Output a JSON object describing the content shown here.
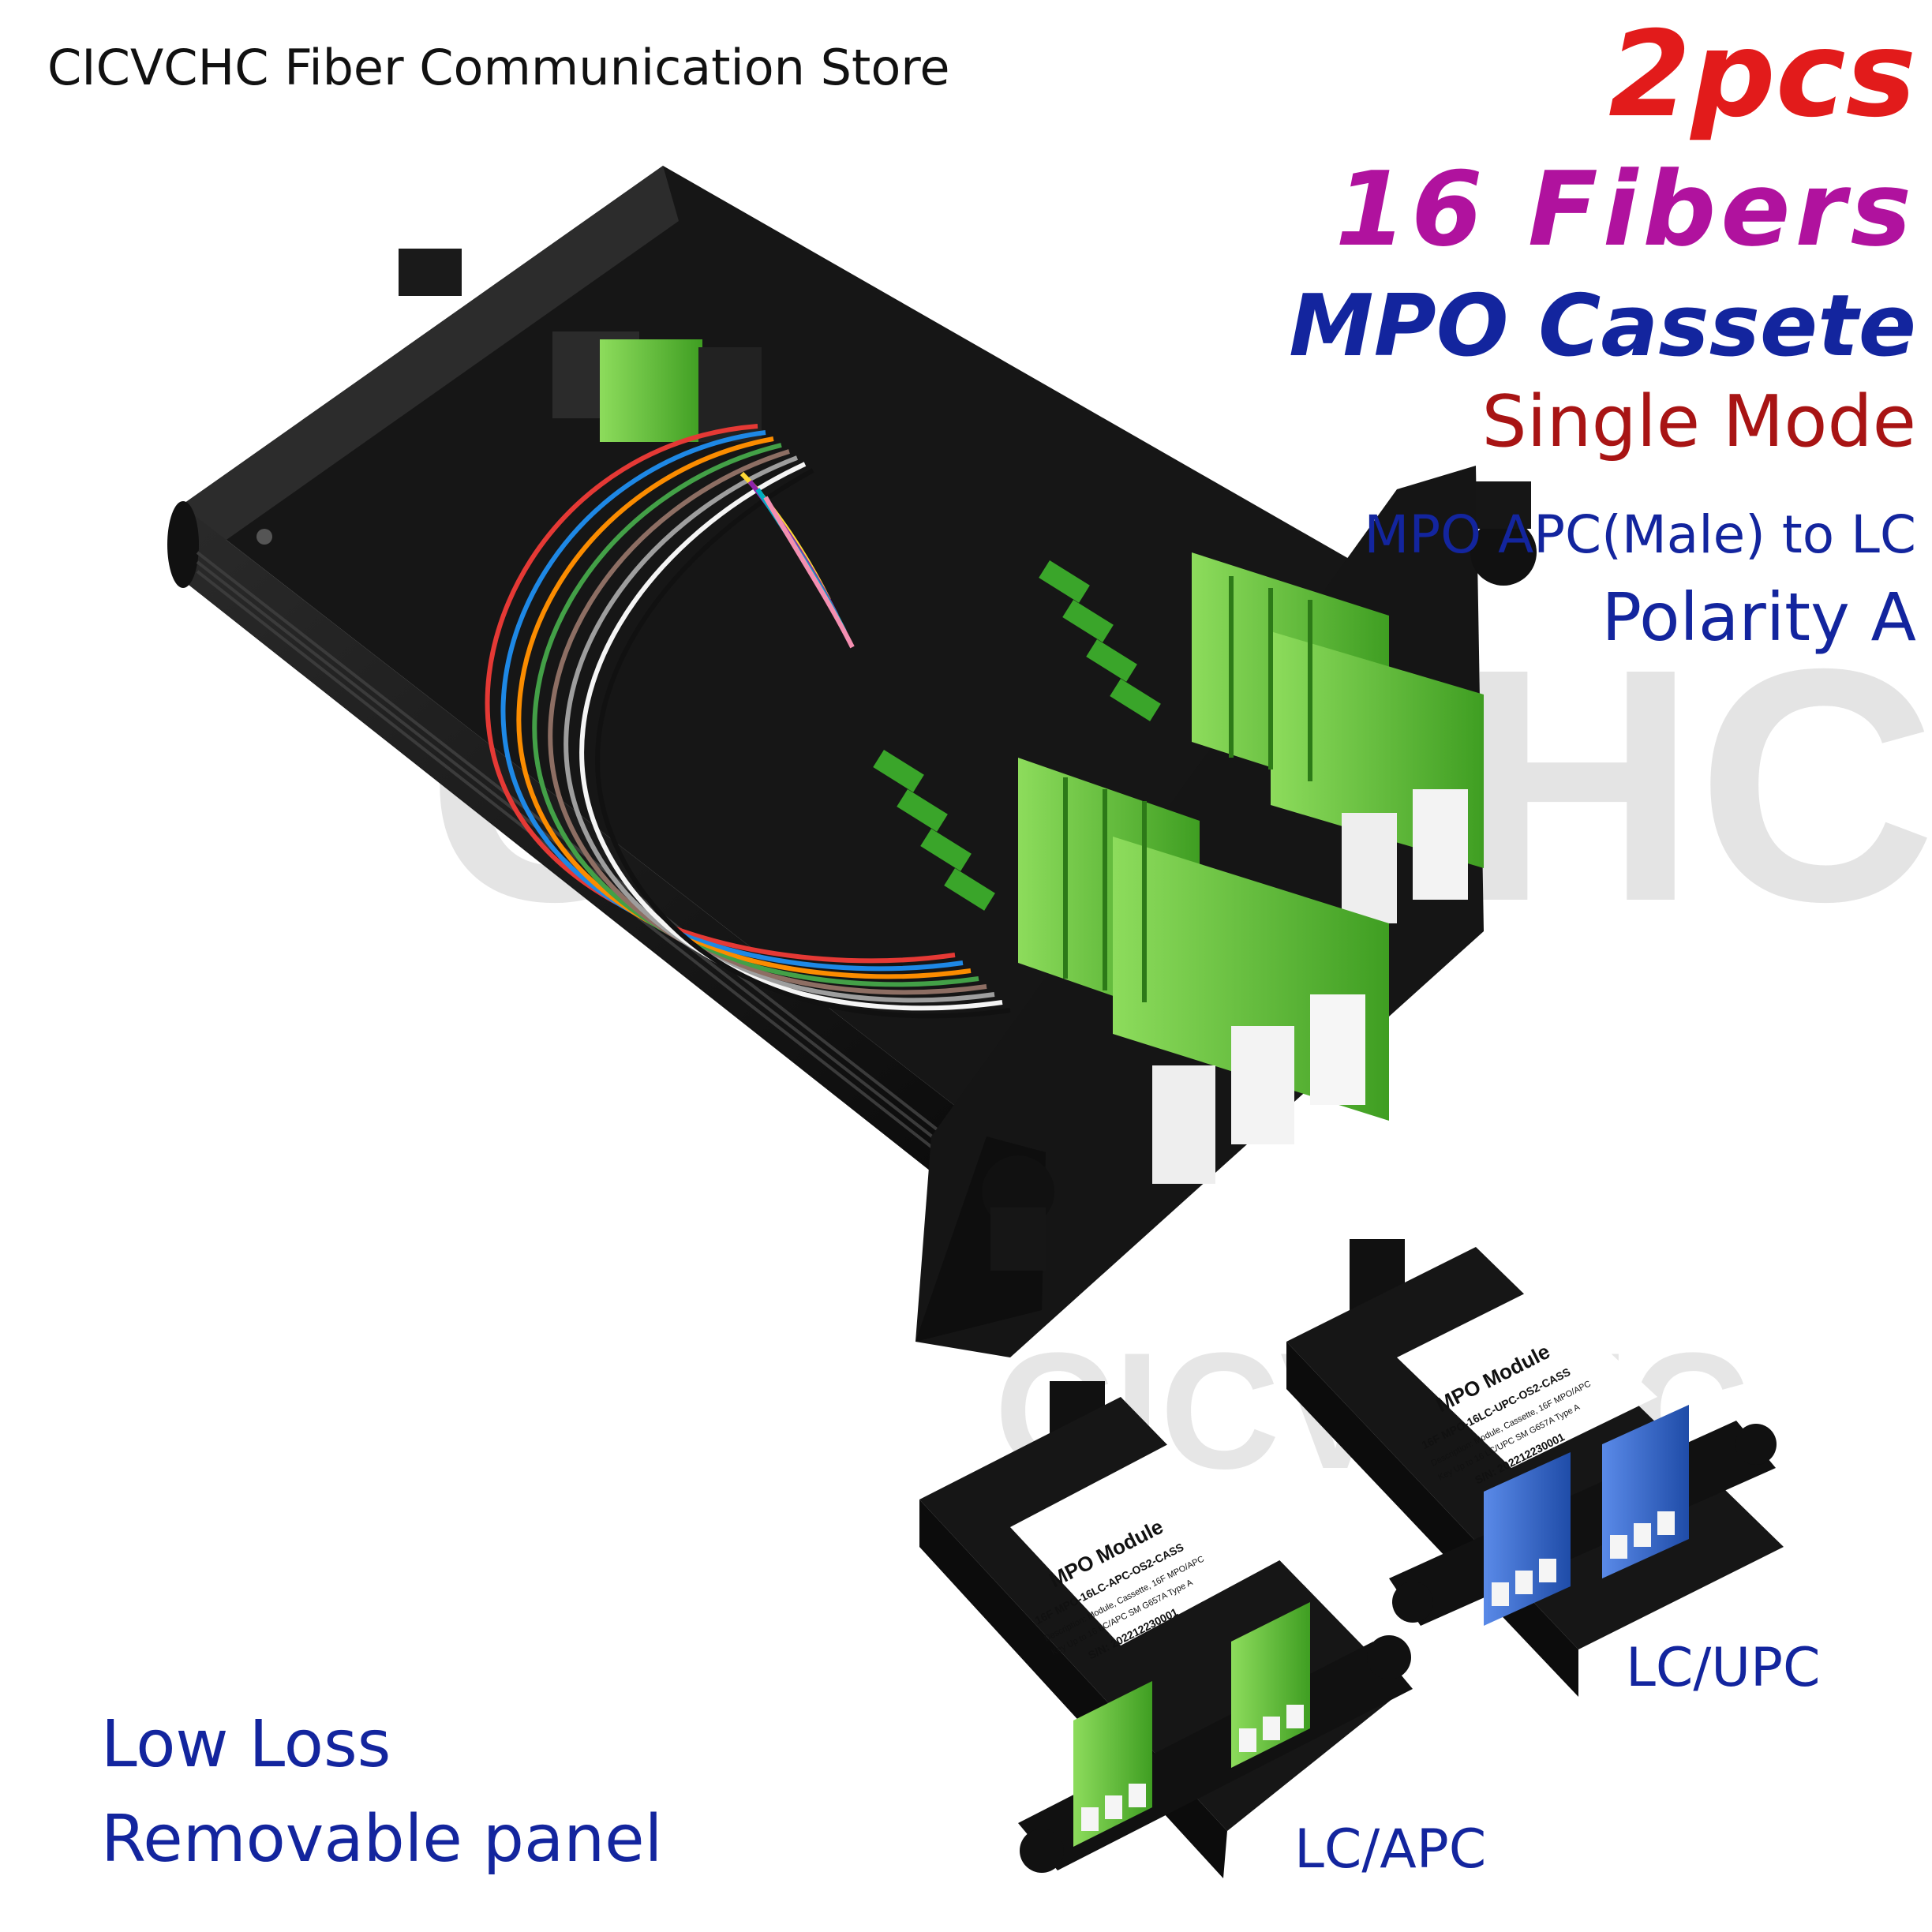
{
  "header": {
    "store_name": "CICVCHC Fiber Communication Store"
  },
  "headline": {
    "quantity": "2pcs",
    "fibers": "16 Fibers",
    "product": "MPO Cassete",
    "mode": "Single Mode",
    "connector": "MPO APC(Male) to LC",
    "polarity": "Polarity A"
  },
  "features": {
    "low_loss": "Low Loss",
    "removable": "Removable panel"
  },
  "variants": {
    "apc_label": "LC/APC",
    "upc_label": "LC/UPC"
  },
  "watermark": "CICVCHC",
  "module_labels": {
    "apc": {
      "title": "MPO Module",
      "model": "16F MPO-16LC-APC-OS2-CASS",
      "desc1": "Description: Module, Cassette, 16F MPO/APC",
      "desc2": "Key Up to 16 LC/APC SM G657A Type A",
      "sn": "S/N: 202212230001"
    },
    "upc": {
      "title": "MPO Module",
      "model": "16F MPO-16LC-UPC-OS2-CASS",
      "desc1": "Description: Module, Cassette, 16F MPO/APC",
      "desc2": "Key Up to 16 LC/UPC SM G657A Type A",
      "sn": "S/N: 202212230001"
    }
  },
  "colors": {
    "red": "#e21b1b",
    "magenta": "#b0129e",
    "navy": "#13259e",
    "dark_red": "#a81414",
    "adapter_green": "#5ec23a",
    "adapter_blue": "#2e62c9",
    "housing_black": "#151515"
  }
}
